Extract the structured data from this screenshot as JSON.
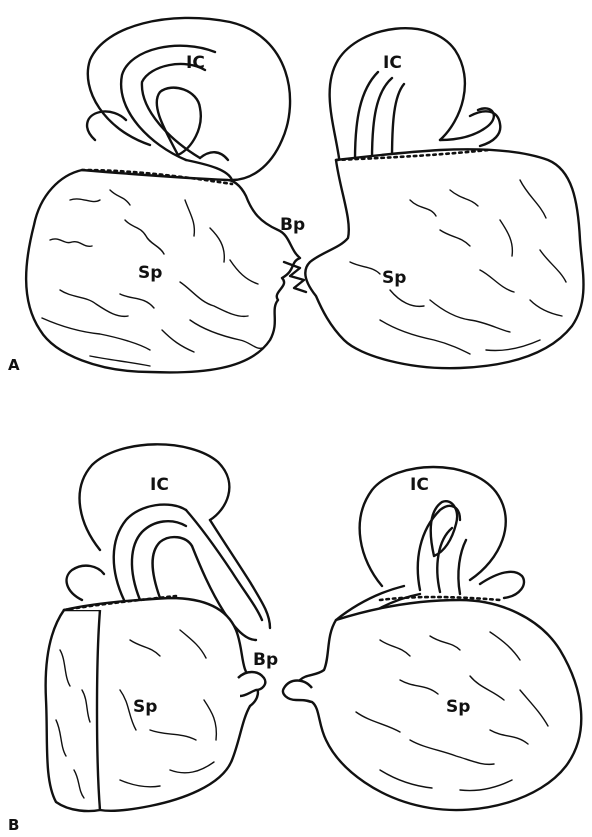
{
  "panels": [
    {
      "id": "A",
      "letter": "A",
      "labels": {
        "ic_left": "IC",
        "ic_right": "IC",
        "bp": "Bp",
        "sp_left": "Sp",
        "sp_right": "Sp"
      }
    },
    {
      "id": "B",
      "letter": "B",
      "labels": {
        "ic_left": "IC",
        "ic_right": "IC",
        "bp": "Bp",
        "sp_left": "Sp",
        "sp_right": "Sp"
      }
    }
  ],
  "colors": {
    "line": "#111111",
    "background": "#ffffff"
  }
}
